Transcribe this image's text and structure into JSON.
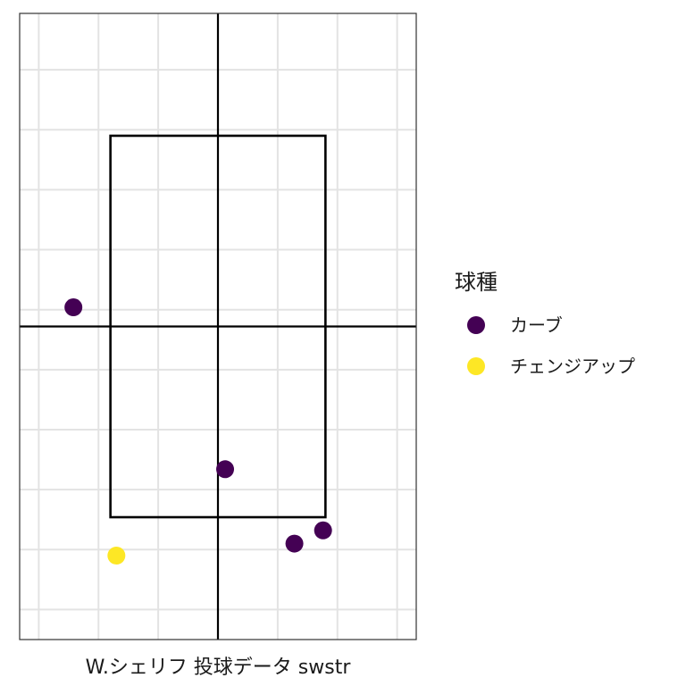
{
  "chart_data": {
    "type": "scatter",
    "title": "",
    "xlabel": "W.シェリフ 投球データ swstr",
    "ylabel": "",
    "xlim": [
      -1.66,
      1.66
    ],
    "ylim": [
      0.0,
      5.22
    ],
    "grid": true,
    "legend": {
      "title": "球種",
      "position": "right",
      "entries": [
        {
          "label": "カーブ",
          "color": "#440154"
        },
        {
          "label": "チェンジアップ",
          "color": "#FDE725"
        }
      ]
    },
    "strike_zone": {
      "x": [
        -0.9,
        0.9
      ],
      "y": [
        1.02,
        4.2
      ]
    },
    "reference_lines": {
      "x": 0.0,
      "y": 2.61
    },
    "series": [
      {
        "name": "カーブ",
        "color": "#440154",
        "points": [
          {
            "x": -1.21,
            "y": 2.77
          },
          {
            "x": 0.06,
            "y": 1.42
          },
          {
            "x": 0.64,
            "y": 0.8
          },
          {
            "x": 0.88,
            "y": 0.91
          }
        ]
      },
      {
        "name": "チェンジアップ",
        "color": "#FDE725",
        "points": [
          {
            "x": -0.85,
            "y": 0.7
          }
        ]
      }
    ]
  }
}
